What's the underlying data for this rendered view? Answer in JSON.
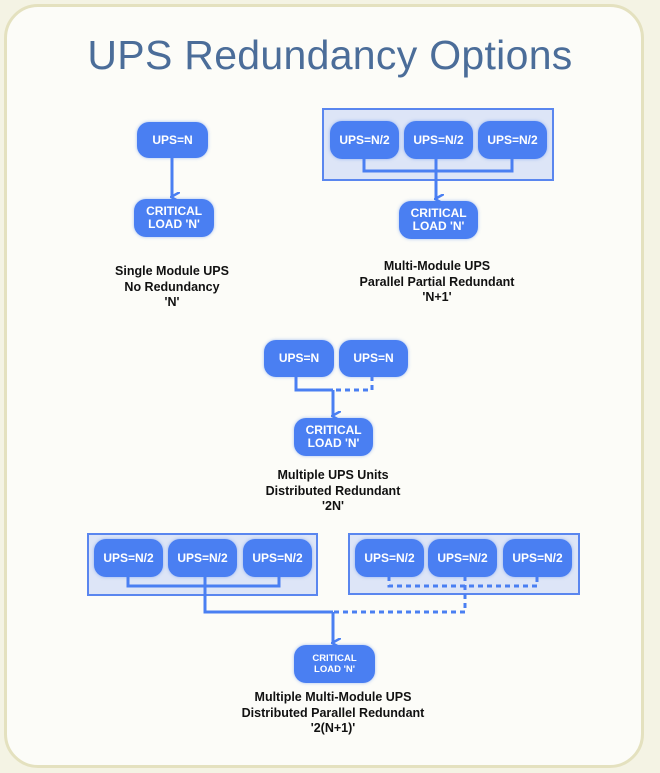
{
  "title": "UPS Redundancy Options",
  "colors": {
    "node": "#4a7ff2",
    "line": "#4a7ff2",
    "group_bg": "#dde5f7",
    "title": "#4b6d99"
  },
  "diagrams": [
    {
      "modules": [
        "UPS=N"
      ],
      "load": "CRITICAL LOAD 'N'",
      "caption": [
        "Single Module UPS",
        "No Redundancy",
        "'N'"
      ]
    },
    {
      "modules": [
        "UPS=N/2",
        "UPS=N/2",
        "UPS=N/2"
      ],
      "load": "CRITICAL LOAD 'N'",
      "caption": [
        "Multi-Module UPS",
        "Parallel Partial Redundant",
        "'N+1'"
      ]
    },
    {
      "modules": [
        "UPS=N",
        "UPS=N"
      ],
      "load": "CRITICAL LOAD 'N'",
      "caption": [
        "Multiple UPS Units",
        "Distributed Redundant",
        "'2N'"
      ]
    },
    {
      "modules_a": [
        "UPS=N/2",
        "UPS=N/2",
        "UPS=N/2"
      ],
      "modules_b": [
        "UPS=N/2",
        "UPS=N/2",
        "UPS=N/2"
      ],
      "load": "CRITICAL LOAD 'N'",
      "caption": [
        "Multiple Multi-Module UPS",
        "Distributed Parallel Redundant",
        "'2(N+1)'"
      ]
    }
  ]
}
